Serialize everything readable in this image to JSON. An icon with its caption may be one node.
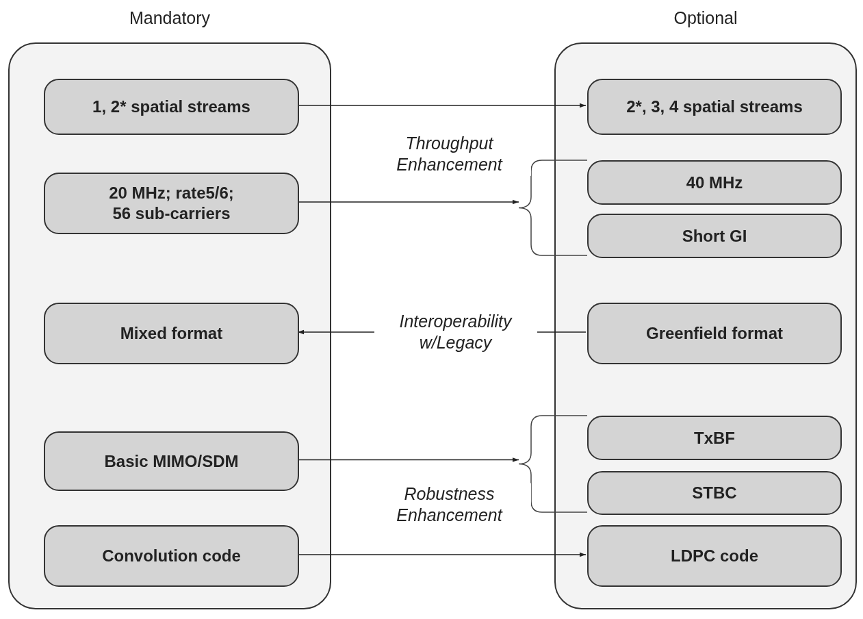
{
  "diagram": {
    "nodes": [
      {
        "text": [
          "Mandatory"
        ]
      },
      {
        "text": [
          "Optional"
        ]
      },
      {
        "text": [
          "1, 2* spatial streams"
        ],
        "in": 0
      },
      {
        "text": [
          "20 MHz; rate5/6; 56 sub-carriers"
        ],
        "in": 0
      },
      {
        "text": [
          "Mixed format"
        ],
        "in": 0
      },
      {
        "text": [
          "Basic MIMO/SDM"
        ],
        "in": 0
      },
      {
        "text": [
          "Convolution code"
        ],
        "in": 0
      },
      {
        "text": [
          "2*, 3, 4 spatial streams"
        ],
        "in": 1
      },
      {
        "text": [
          "40 MHz"
        ],
        "in": 1
      },
      {
        "text": [
          "Short GI"
        ],
        "in": 1
      },
      {
        "text": [
          "Greenfield format"
        ],
        "in": 1
      },
      {
        "text": [
          "TxBF"
        ],
        "in": 1
      },
      {
        "text": [
          "STBC"
        ],
        "in": 1
      },
      {
        "text": [
          "LDPC code"
        ],
        "in": 1
      }
    ],
    "edges": [
      {
        "from": 2,
        "to": 7,
        "arrow": "to"
      },
      {
        "from": 3,
        "to": 8,
        "arrow": "to",
        "label": "Throughput Enhancement"
      },
      {
        "from": 3,
        "to": 9,
        "arrow": "to"
      },
      {
        "from": 10,
        "to": 4,
        "arrow": "to",
        "label": "Interoperability w/Legacy"
      },
      {
        "from": 5,
        "to": 11,
        "arrow": "to",
        "label": "Robustness Enhancement"
      },
      {
        "from": 5,
        "to": 12,
        "arrow": "to"
      },
      {
        "from": 6,
        "to": 13,
        "arrow": "to"
      }
    ]
  }
}
